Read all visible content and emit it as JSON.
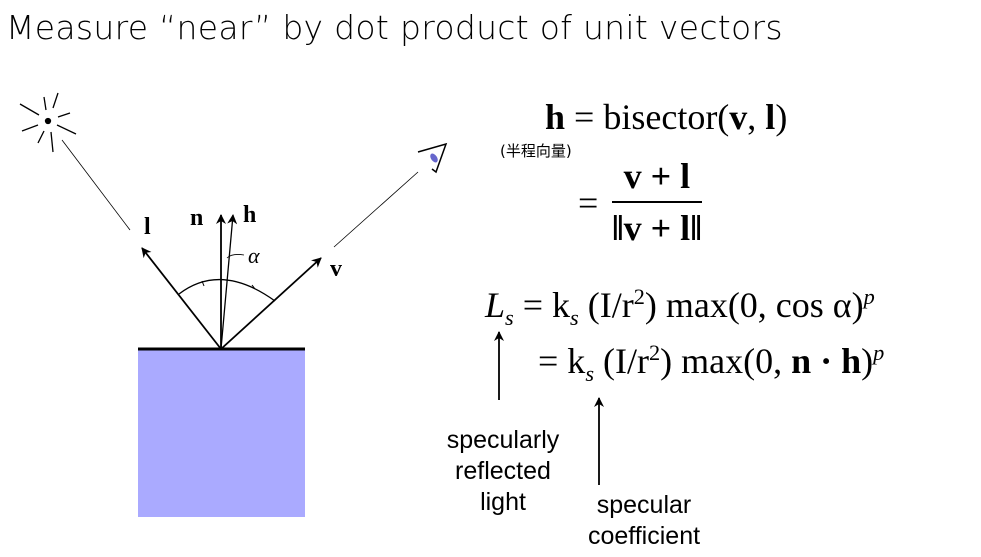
{
  "title": "Measure “near” by dot product of unit vectors",
  "diagram": {
    "labels": {
      "l": "l",
      "n": "n",
      "h": "h",
      "alpha": "α",
      "v": "v"
    },
    "surface_color": "#aaaaff",
    "eye_color": "#6666cc"
  },
  "equations": {
    "h_def_lhs": "h",
    "h_def_rhs": "bisector(",
    "h_def_v": "v",
    "h_def_comma": ", ",
    "h_def_l": "l",
    "h_def_close": ")",
    "chinese_note": "(半程向量)",
    "eq2_sign": "=",
    "frac_num": "v + l",
    "frac_den": "‖v + l‖",
    "ls_line1_lhs": "L",
    "ls_sub": "s",
    "ls_line1": "= k",
    "ks_sub": "s",
    "ls_line1_mid": " (I/r",
    "sq": "2",
    "ls_line1_rest": ") max(0, cos α)",
    "pow": "p",
    "ls_line2": "= k",
    "ls_line2_mid": " (I/r",
    "ls_line2_rest_a": ") max(0, ",
    "ls_line2_nh": "n · h",
    "ls_line2_rest_b": ")"
  },
  "annotations": {
    "reflected": [
      "specularly",
      "reflected",
      "light"
    ],
    "coefficient": [
      "specular",
      "coefficient"
    ]
  }
}
